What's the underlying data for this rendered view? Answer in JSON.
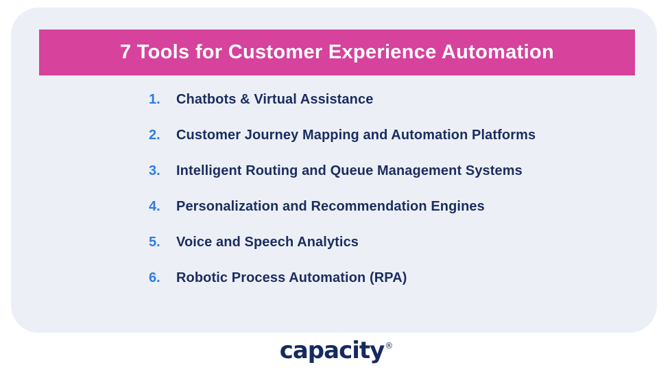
{
  "page": {
    "background_color": "#FFFFFF",
    "card_background_color": "#ECF0F6"
  },
  "header": {
    "title": "7 Tools for Customer Experience Automation",
    "banner_color": "#D6429C",
    "title_color": "#FFFFFF"
  },
  "list": {
    "number_color": "#2E7BE5",
    "text_color": "#1B2C5F",
    "items": [
      {
        "number": "1.",
        "label": "Chatbots & Virtual Assistance"
      },
      {
        "number": "2.",
        "label": "Customer Journey Mapping and Automation Platforms"
      },
      {
        "number": "3.",
        "label": "Intelligent Routing and Queue Management Systems"
      },
      {
        "number": "4.",
        "label": "Personalization and Recommendation Engines"
      },
      {
        "number": "5.",
        "label": "Voice and Speech Analytics"
      },
      {
        "number": "6.",
        "label": "Robotic Process Automation (RPA)"
      }
    ]
  },
  "footer": {
    "logo_text": "capacity",
    "logo_mark": "®",
    "logo_color": "#152A5E"
  }
}
